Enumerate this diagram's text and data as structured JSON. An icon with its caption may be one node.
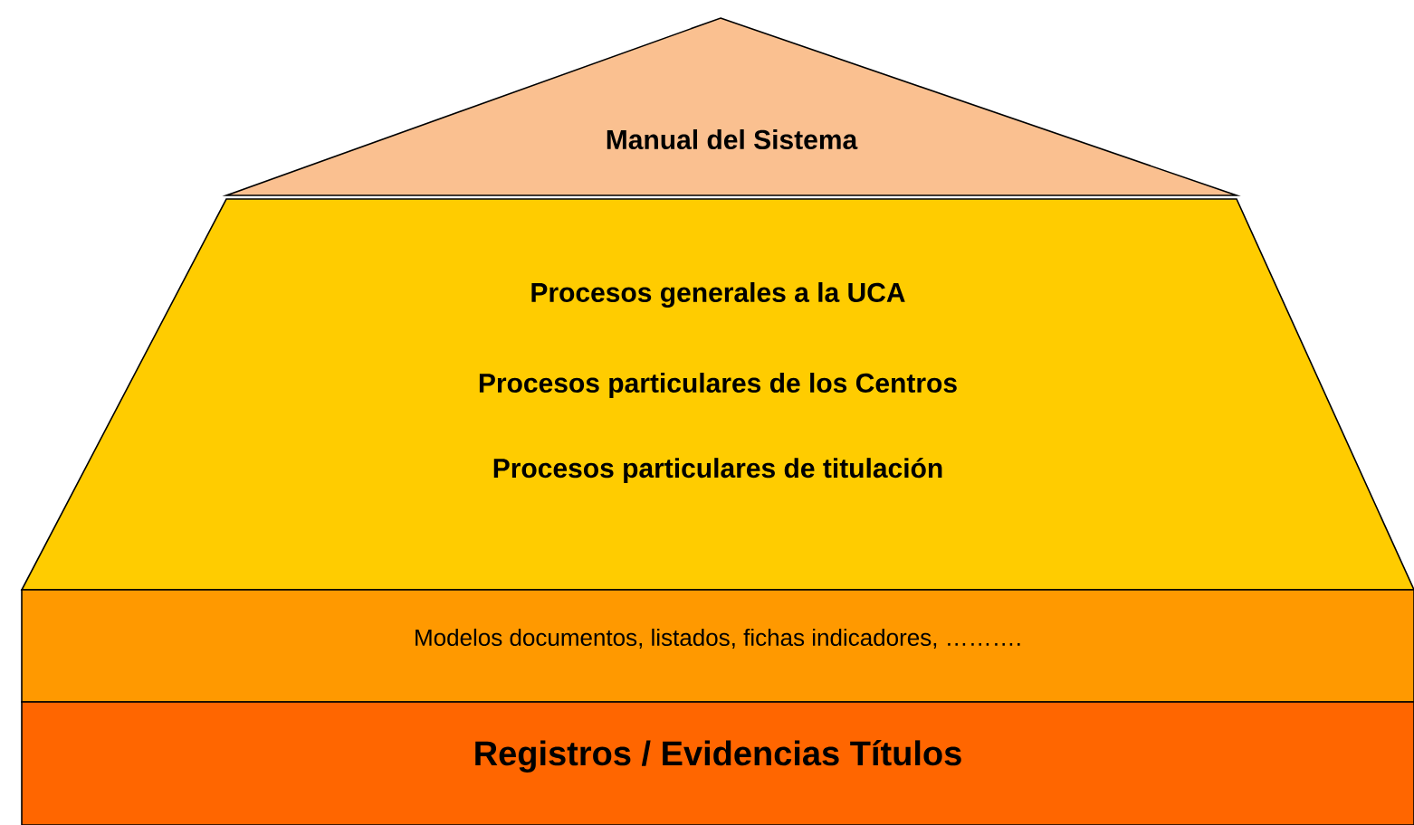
{
  "diagram": {
    "nodes": [
      {
        "text": [
          "Manual del Sistema"
        ]
      },
      {
        "text": [
          "Procesos generales a la UCA",
          "Procesos particulares de los Centros",
          "Procesos particulares de titulación"
        ]
      },
      {
        "text": [
          "Modelos documentos, listados, fichas indicadores, ………."
        ]
      },
      {
        "text": [
          "Registros / Evidencias Títulos"
        ]
      }
    ]
  }
}
